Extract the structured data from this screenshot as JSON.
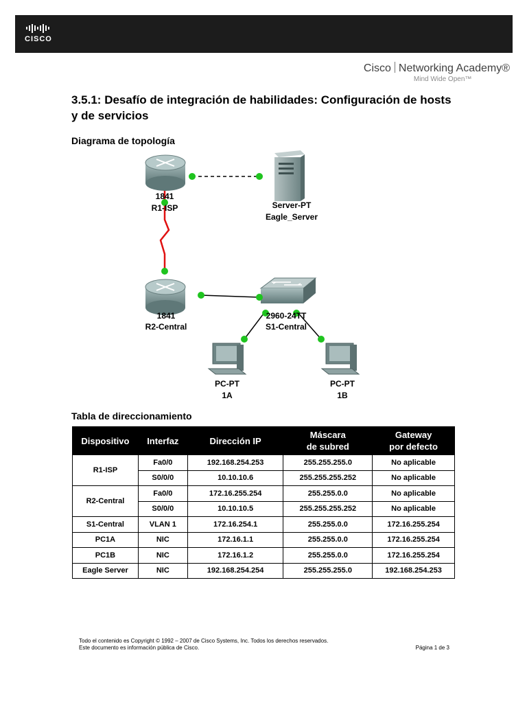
{
  "header": {
    "logo_text": "CISCO",
    "academy_brand": "Cisco",
    "academy_name": "Networking Academy®",
    "academy_tagline": "Mind Wide Open™"
  },
  "document": {
    "title": "3.5.1: Desafío de integración de habilidades: Configuración de hosts y de servicios",
    "topology_heading": "Diagrama de topología",
    "table_heading": "Tabla de direccionamiento"
  },
  "topology": {
    "r1_model": "1841",
    "r1_name": "R1-ISP",
    "server_model": "Server-PT",
    "server_name": "Eagle_Server",
    "r2_model": "1841",
    "r2_name": "R2-Central",
    "switch_model": "2960-24TT",
    "switch_name": "S1-Central",
    "pc1a_model": "PC-PT",
    "pc1a_name": "1A",
    "pc1b_model": "PC-PT",
    "pc1b_name": "1B"
  },
  "addressing_table": {
    "headers": [
      "Dispositivo",
      "Interfaz",
      "Dirección IP",
      "Máscara de subred",
      "Gateway por defecto"
    ],
    "rows": [
      {
        "device": "R1-ISP",
        "interface": "Fa0/0",
        "ip": "192.168.254.253",
        "mask": "255.255.255.0",
        "gateway": "No aplicable"
      },
      {
        "device": "",
        "interface": "S0/0/0",
        "ip": "10.10.10.6",
        "mask": "255.255.255.252",
        "gateway": "No aplicable"
      },
      {
        "device": "R2-Central",
        "interface": "Fa0/0",
        "ip": "172.16.255.254",
        "mask": "255.255.0.0",
        "gateway": "No aplicable"
      },
      {
        "device": "",
        "interface": "S0/0/0",
        "ip": "10.10.10.5",
        "mask": "255.255.255.252",
        "gateway": "No aplicable"
      },
      {
        "device": "S1-Central",
        "interface": "VLAN 1",
        "ip": "172.16.254.1",
        "mask": "255.255.0.0",
        "gateway": "172.16.255.254"
      },
      {
        "device": "PC1A",
        "interface": "NIC",
        "ip": "172.16.1.1",
        "mask": "255.255.0.0",
        "gateway": "172.16.255.254"
      },
      {
        "device": "PC1B",
        "interface": "NIC",
        "ip": "172.16.1.2",
        "mask": "255.255.0.0",
        "gateway": "172.16.255.254"
      },
      {
        "device": "Eagle Server",
        "interface": "NIC",
        "ip": "192.168.254.254",
        "mask": "255.255.255.0",
        "gateway": "192.168.254.253"
      }
    ]
  },
  "footer": {
    "copyright": "Todo el contenido es Copyright © 1992 – 2007 de Cisco Systems, Inc. Todos los derechos reservados.",
    "public_info": "Este documento es información pública de Cisco.",
    "page": "Página 1 de 3"
  },
  "colors": {
    "header_bar": "#1c1c1c",
    "link_dot": "#1fc41f",
    "serial_link": "#e01010",
    "device_gray": "#7f9898"
  }
}
